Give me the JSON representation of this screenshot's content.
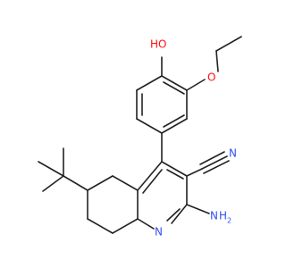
{
  "molecule": {
    "atoms": {
      "oh": {
        "text": "HO",
        "color": "#ff0d0d"
      },
      "o_ether": {
        "text": "O",
        "color": "#ff0d0d"
      },
      "n_nitrile": {
        "text": "N",
        "color": "#3050f8"
      },
      "n_ring": {
        "text": "N",
        "color": "#3050f8"
      },
      "nh2_n": {
        "text": "N",
        "color": "#3050f8"
      },
      "nh2_h": {
        "text": "H",
        "color": "#3050f8"
      },
      "nh2_sub": {
        "text": "2",
        "color": "#3050f8"
      }
    },
    "colors": {
      "bond": "#222222"
    }
  }
}
